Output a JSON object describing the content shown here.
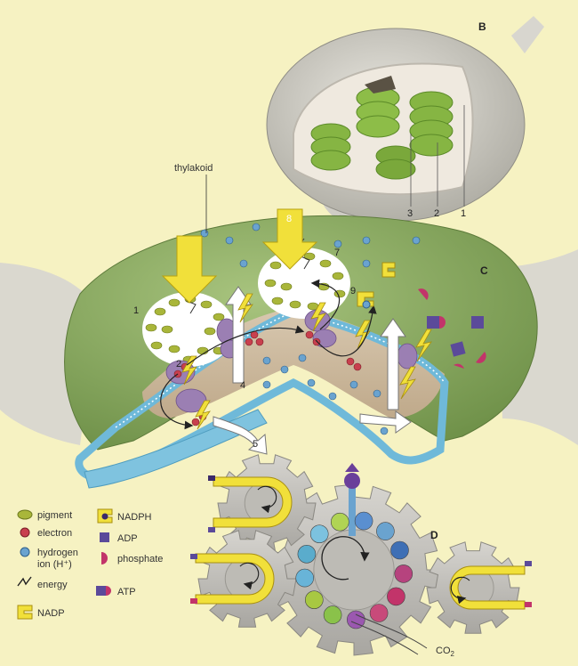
{
  "labels": {
    "panel_b": "B",
    "panel_c": "C",
    "panel_d": "D",
    "thylakoid": "thylakoid",
    "co2": "CO",
    "co2_sub": "2",
    "n1": "1",
    "n2": "2",
    "n3": "3",
    "n4": "4",
    "n5": "5",
    "n7": "7",
    "n8": "8",
    "n9": "9"
  },
  "legend": {
    "pigment": "pigment",
    "electron": "electron",
    "hydrogen_line1": "hydrogen",
    "hydrogen_line2": "ion (H⁺)",
    "energy": "energy",
    "nadp": "NADP",
    "nadph": "NADPH",
    "adp": "ADP",
    "phosphate": "phosphate",
    "atp": "ATP"
  },
  "colors": {
    "background": "#f6f2c2",
    "chloroplast_green": "#8eb066",
    "membrane_blue": "#7fc3df",
    "pigment_olive": "#a9b63a",
    "electron_red": "#c8404e",
    "hydrogen_blue": "#6aa3cf",
    "energy_yellow": "#f1e03a",
    "adp_purple": "#5b4a9a",
    "phosphate_magenta": "#c2346a"
  }
}
